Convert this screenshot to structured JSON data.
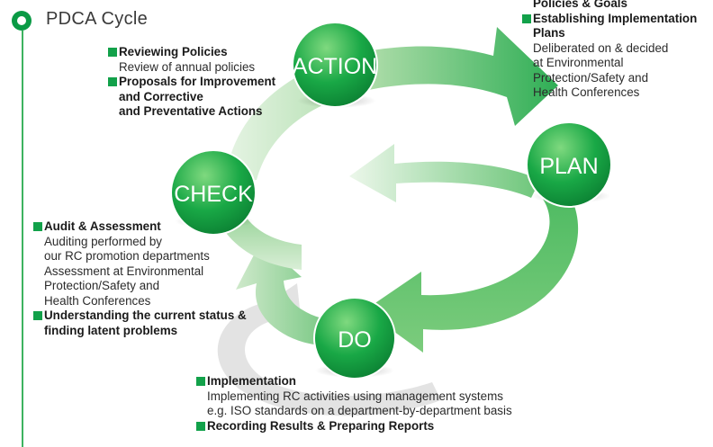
{
  "title": "PDCA Cycle",
  "nodes": {
    "action": "ACTION",
    "plan": "PLAN",
    "check": "CHECK",
    "do": "DO"
  },
  "plan_block": {
    "head1": "Policies & Goals",
    "head2a": "Establishing Implementation",
    "head2b": "Plans",
    "body1": "Deliberated on & decided",
    "body2": "at Environmental",
    "body3": "Protection/Safety and",
    "body4": "Health Conferences"
  },
  "action_block": {
    "head1": "Reviewing Policies",
    "body1": "Review of annual policies",
    "head2a": "Proposals for Improvement",
    "head2b": "and Corrective",
    "head2c": "and Preventative Actions"
  },
  "check_block": {
    "head1": "Audit & Assessment",
    "body1": "Auditing performed by",
    "body2": "our RC promotion departments",
    "body3": "Assessment at Environmental",
    "body4": "Protection/Safety and",
    "body5": "Health Conferences",
    "head2a": "Understanding the current status &",
    "head2b": "finding latent problems"
  },
  "do_block": {
    "head1": "Implementation",
    "body1": "Implementing RC activities using management systems",
    "body2": "e.g. ISO standards on a department-by-department basis",
    "head2": "Recording Results & Preparing Reports"
  },
  "colors": {
    "accent": "#12a14a",
    "arrow_dark": "#3cb559",
    "arrow_light": "#d8efd8",
    "gray_ring": "#e4e4e4"
  }
}
